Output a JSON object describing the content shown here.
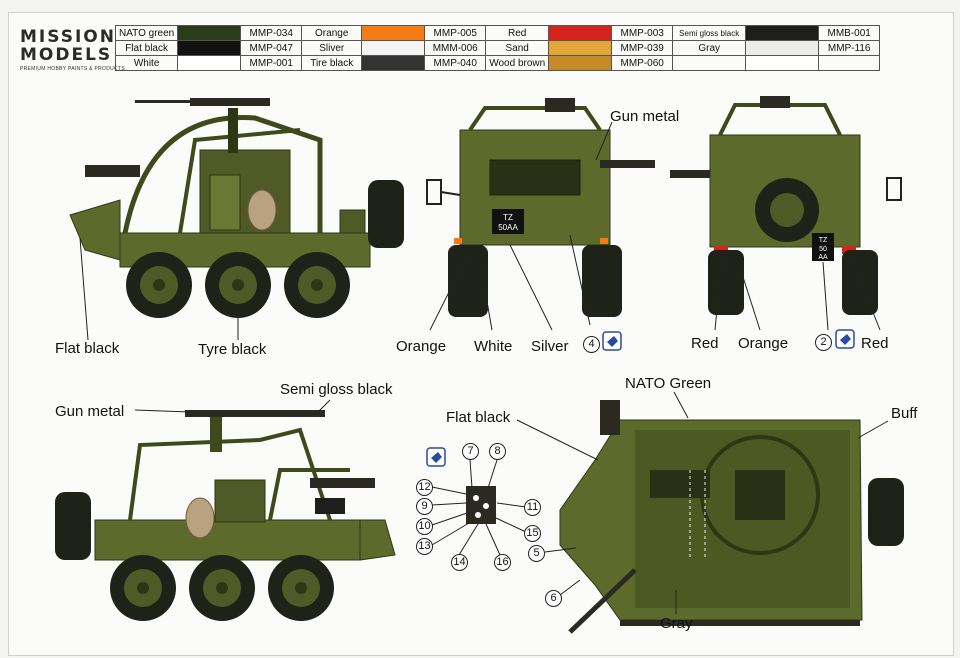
{
  "brand": {
    "line1": "MISSION",
    "line2": "MODELS",
    "tagline": "PREMIUM HOBBY PAINTS & PRODUCTS"
  },
  "paint_table": {
    "columns": [
      {
        "items": [
          {
            "name": "NATO green",
            "swatch": "#2a3d1a",
            "code": "MMP-034"
          },
          {
            "name": "Flat black",
            "swatch": "#111111",
            "code": "MMP-047"
          },
          {
            "name": "White",
            "swatch": "#ffffff",
            "code": "MMP-001"
          }
        ]
      },
      {
        "items": [
          {
            "name": "Orange",
            "swatch": "#f57b15",
            "code": "MMP-005"
          },
          {
            "name": "Sliver",
            "swatch": "#f4f4f4",
            "code": "MMM-006"
          },
          {
            "name": "Tire black",
            "swatch": "#333333",
            "code": "MMP-040"
          }
        ]
      },
      {
        "items": [
          {
            "name": "Red",
            "swatch": "#d4241c",
            "code": "MMP-003"
          },
          {
            "name": "Sand",
            "swatch": "#e2a637",
            "code": "MMP-039"
          },
          {
            "name": "Wood brown",
            "swatch": "#c58a2a",
            "code": "MMP-060"
          }
        ]
      },
      {
        "items": [
          {
            "name": "Semi gloss black",
            "swatch": "#1e1e1e",
            "code": "MMB-001"
          },
          {
            "name": "Gray",
            "swatch": "#ececea",
            "code": "MMP-116"
          },
          {
            "name": "",
            "swatch": "#ffffff",
            "code": ""
          }
        ]
      }
    ]
  },
  "callouts": {
    "side_top": {
      "flat_black": "Flat black",
      "tyre_black": "Tyre black"
    },
    "front": {
      "gun_metal": "Gun metal",
      "orange": "Orange",
      "white": "White",
      "silver": "Silver",
      "decal": "4"
    },
    "rear": {
      "red_left": "Red",
      "orange": "Orange",
      "decal": "2",
      "red_right": "Red"
    },
    "side_bottom": {
      "gun_metal": "Gun metal",
      "semi_gloss_black": "Semi gloss black"
    },
    "plan": {
      "nato_green": "NATO Green",
      "flat_black": "Flat black",
      "buff": "Buff",
      "gray": "Gray",
      "n5": "5",
      "n6": "6"
    },
    "decal_numbers": [
      "7",
      "8",
      "12",
      "9",
      "10",
      "11",
      "13",
      "14",
      "15",
      "16"
    ]
  },
  "plates": {
    "front_line1": "TZ",
    "front_line2": "50AA",
    "rear_line1": "TZ",
    "rear_line2": "50",
    "rear_line3": "AA"
  },
  "colors": {
    "olive": "#5d6a2c",
    "olive_dark": "#3f4a1c",
    "tyre": "#1f2218",
    "hub": "#4f5a26"
  }
}
